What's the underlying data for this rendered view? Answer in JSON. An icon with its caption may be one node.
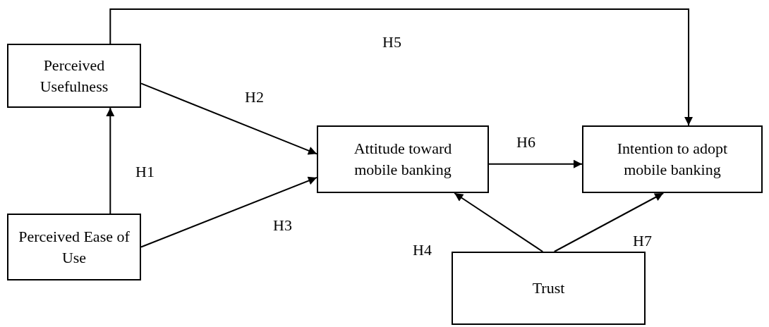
{
  "diagram": {
    "nodes": [
      {
        "text": [
          "Perceived Usefulness"
        ]
      },
      {
        "text": [
          "Perceived Ease of Use"
        ]
      },
      {
        "text": [
          "Attitude toward mobile banking"
        ]
      },
      {
        "text": [
          "Intention to adopt mobile banking"
        ]
      },
      {
        "text": [
          "Trust"
        ]
      }
    ],
    "edges": [
      {
        "from": 1,
        "to": 0,
        "arrow": "to",
        "label": "H1"
      },
      {
        "from": 0,
        "to": 2,
        "arrow": "to",
        "label": "H2"
      },
      {
        "from": 1,
        "to": 2,
        "arrow": "to",
        "label": "H3"
      },
      {
        "from": 4,
        "to": 2,
        "arrow": "to",
        "label": "H4"
      },
      {
        "from": 0,
        "to": 3,
        "arrow": "to",
        "label": "H5"
      },
      {
        "from": 2,
        "to": 3,
        "arrow": "to",
        "label": "H6"
      },
      {
        "from": 4,
        "to": 3,
        "arrow": "to",
        "label": "H7"
      }
    ]
  }
}
